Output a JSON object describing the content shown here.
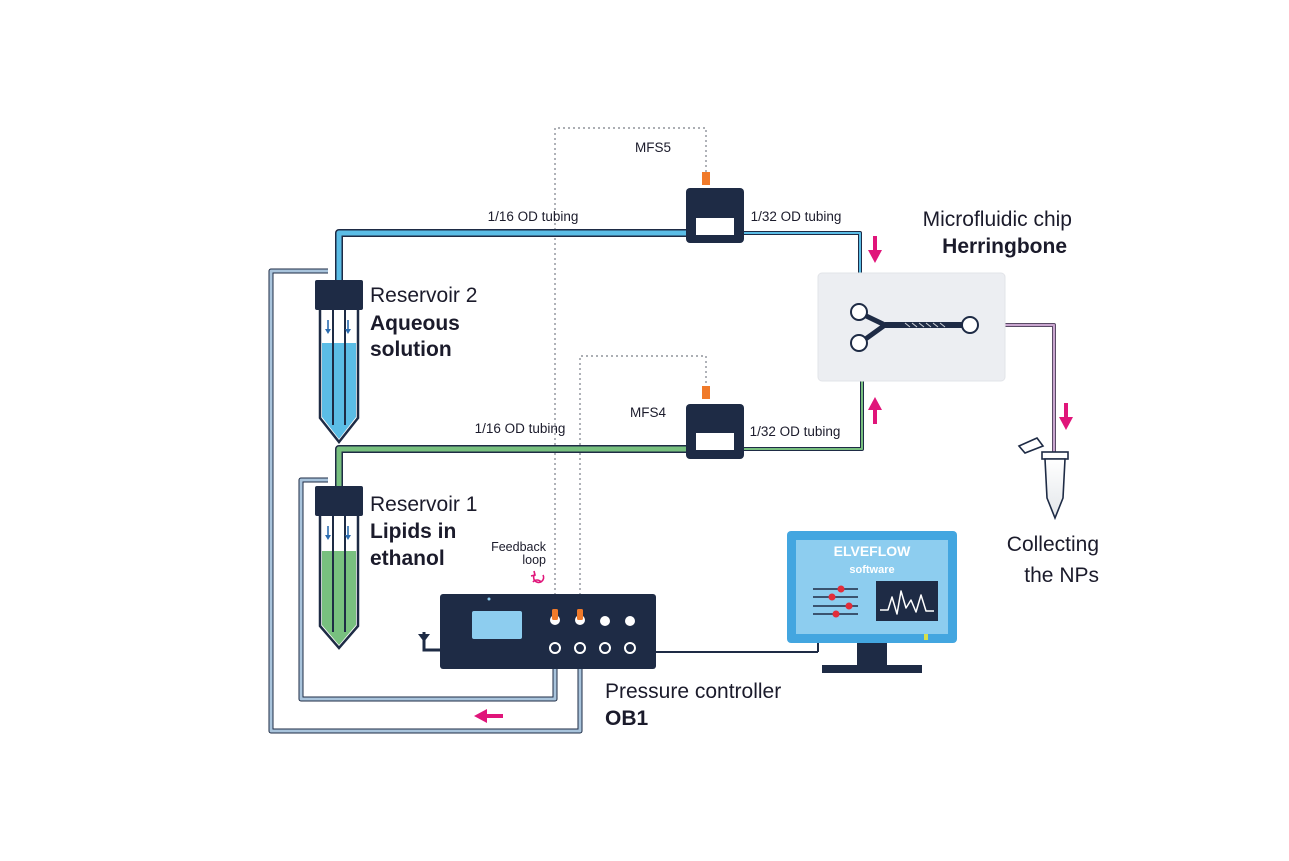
{
  "reservoir2": {
    "name": "Reservoir 2",
    "content_line1": "Aqueous",
    "content_line2": "solution"
  },
  "reservoir1": {
    "name": "Reservoir 1",
    "content_line1": "Lipids in",
    "content_line2": "ethanol"
  },
  "sensor_top": {
    "name": "MFS5",
    "tubing_in": "1/16 OD tubing",
    "tubing_out": "1/32 OD tubing"
  },
  "sensor_bottom": {
    "name": "MFS4",
    "tubing_in": "1/16 OD tubing",
    "tubing_out": "1/32 OD tubing"
  },
  "chip": {
    "title": "Microfluidic chip",
    "name": "Herringbone"
  },
  "collection": {
    "line1": "Collecting",
    "line2": "the NPs"
  },
  "feedback": {
    "line1": "Feedback",
    "line2": "loop"
  },
  "controller": {
    "title": "Pressure controller",
    "name": "OB1"
  },
  "monitor": {
    "brand": "ELVEFLOW",
    "subtitle": "software"
  },
  "colors": {
    "navy": "#1e2b45",
    "aqueous": "#5bbde6",
    "lipids": "#78c07f",
    "outlet": "#c9a6cf",
    "air_line": "#a9c4dc",
    "arrow": "#e0157a",
    "monitor_frame": "#43a6e0",
    "monitor_screen": "#8dcdef",
    "sensor_tag": "#f07a2a"
  }
}
